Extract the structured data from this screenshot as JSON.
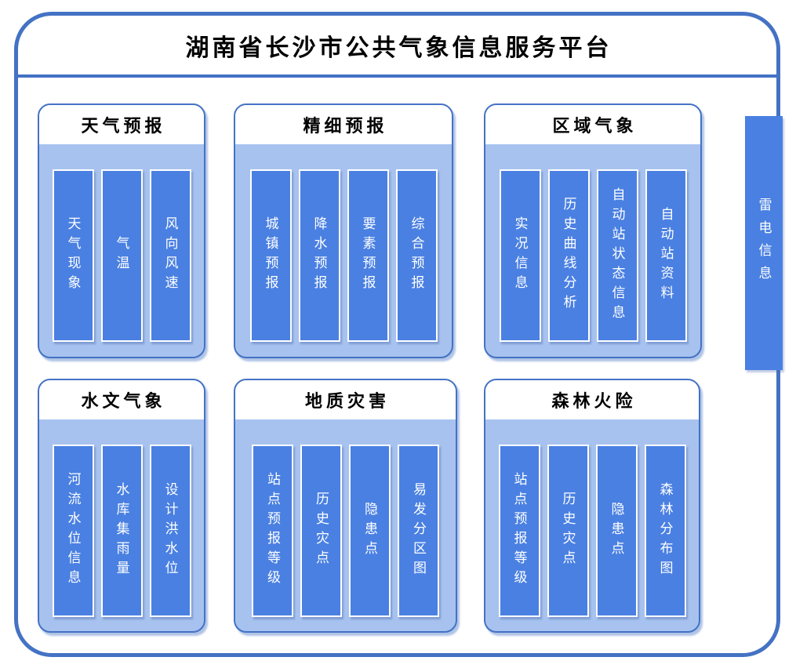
{
  "title": "湖南省长沙市公共气象信息服务平台",
  "groups": [
    {
      "name": "天气预报",
      "items": [
        "天气现象",
        "气温",
        "风向风速"
      ]
    },
    {
      "name": "精细预报",
      "items": [
        "城镇预报",
        "降水预报",
        "要素预报",
        "综合预报"
      ]
    },
    {
      "name": "区域气象",
      "items": [
        "实况信息",
        "历史曲线分析",
        "自动站状态信息",
        "自动站资料"
      ]
    },
    {
      "name": "水文气象",
      "items": [
        "河流水位信息",
        "水库集雨量",
        "设计洪水位"
      ]
    },
    {
      "name": "地质灾害",
      "items": [
        "站点预报等级",
        "历史灾点",
        "隐患点",
        "易发分区图"
      ]
    },
    {
      "name": "森林火险",
      "items": [
        "站点预报等级",
        "历史灾点",
        "隐患点",
        "森林分布图"
      ]
    }
  ],
  "sidebar": {
    "label": "雷电信息"
  },
  "colors": {
    "frame_border": "#4472c4",
    "panel_body": "#a7c2ef",
    "bar_fill": "#4a80e2",
    "bar_text": "#ffffff",
    "header_text": "#000000"
  }
}
